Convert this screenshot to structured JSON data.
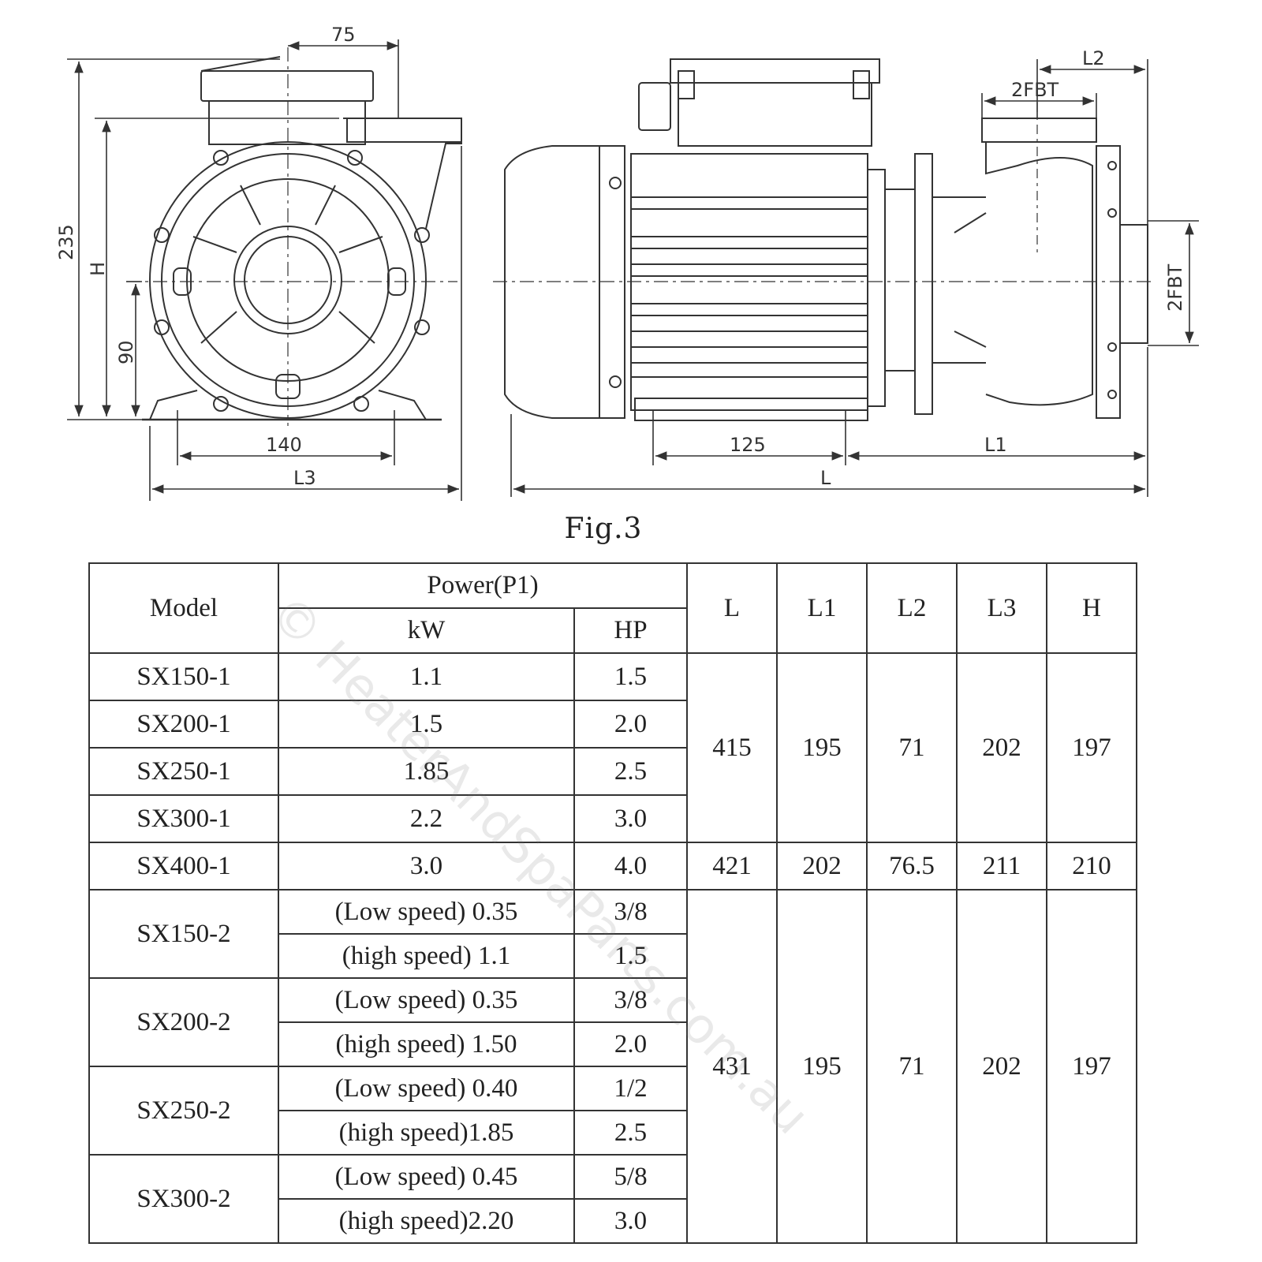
{
  "drawing": {
    "front_view": {
      "dim_75": "75",
      "dim_235": "235",
      "dim_H": "H",
      "dim_90": "90",
      "dim_140": "140",
      "dim_L3": "L3"
    },
    "side_view": {
      "dim_L2": "L2",
      "dim_2FBT_top": "2FBT",
      "dim_2FBT_side": "2FBT",
      "dim_125": "125",
      "dim_L1": "L1",
      "dim_L": "L"
    },
    "caption": "Fig.3"
  },
  "table": {
    "headers": {
      "model": "Model",
      "power": "Power(P1)",
      "kw": "kW",
      "hp": "HP",
      "L": "L",
      "L1": "L1",
      "L2": "L2",
      "L3": "L3",
      "H": "H"
    },
    "rows": [
      {
        "model": "SX150-1",
        "kw": "1.1",
        "hp": "1.5"
      },
      {
        "model": "SX200-1",
        "kw": "1.5",
        "hp": "2.0"
      },
      {
        "model": "SX250-1",
        "kw": "1.85",
        "hp": "2.5"
      },
      {
        "model": "SX300-1",
        "kw": "2.2",
        "hp": "3.0"
      },
      {
        "model": "SX400-1",
        "kw": "3.0",
        "hp": "4.0"
      },
      {
        "model": "SX150-2",
        "kw": "(Low speed) 0.35",
        "hp": "3/8"
      },
      {
        "kw": "(high speed) 1.1",
        "hp": "1.5"
      },
      {
        "model": "SX200-2",
        "kw": "(Low speed) 0.35",
        "hp": "3/8"
      },
      {
        "kw": "(high speed) 1.50",
        "hp": "2.0"
      },
      {
        "model": "SX250-2",
        "kw": "(Low speed) 0.40",
        "hp": "1/2"
      },
      {
        "kw": "(high speed)1.85",
        "hp": "2.5"
      },
      {
        "model": "SX300-2",
        "kw": "(Low speed) 0.45",
        "hp": "5/8"
      },
      {
        "kw": "(high speed)2.20",
        "hp": "3.0"
      }
    ],
    "dim_groups": [
      {
        "L": "415",
        "L1": "195",
        "L2": "71",
        "L3": "202",
        "H": "197"
      },
      {
        "L": "421",
        "L1": "202",
        "L2": "76.5",
        "L3": "211",
        "H": "210"
      },
      {
        "L": "431",
        "L1": "195",
        "L2": "71",
        "L3": "202",
        "H": "197"
      }
    ]
  },
  "watermark": "© HeaterAndSpaParts.com.au"
}
